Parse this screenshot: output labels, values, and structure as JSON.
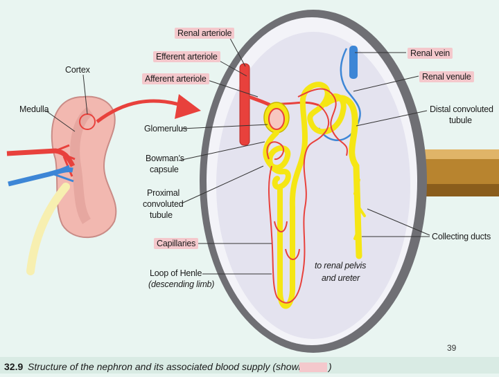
{
  "labels": {
    "renal_arteriole": "Renal arteriole",
    "efferent_arteriole": "Efferent arteriole",
    "afferent_arteriole": "Afferent arteriole",
    "cortex": "Cortex",
    "medulla": "Medulla",
    "glomerulus": "Glomerulus",
    "bowmans_capsule_1": "Bowman’s",
    "bowmans_capsule_2": "capsule",
    "proximal_1": "Proximal",
    "proximal_2": "convoluted",
    "proximal_3": "tubule",
    "capillaries": "Capillaries",
    "loop_of_henle": "Loop of Henle",
    "descending_limb": "(descending limb)",
    "renal_vein": "Renal vein",
    "renal_venule": "Renal venule",
    "distal_1": "Distal convoluted",
    "distal_2": "tubule",
    "collecting_ducts": "Collecting ducts",
    "to_renal_1": "to renal pelvis",
    "to_renal_2": "and ureter"
  },
  "caption": {
    "number": "32.9",
    "text": "Structure of the nephron and its associated blood supply (shown as",
    "end": ")"
  },
  "page_number": "39",
  "colors": {
    "artery": "#e8413c",
    "vein": "#3d86d6",
    "tubule": "#f5e614",
    "kidney": "#f2b8b0",
    "label_bg": "#f4c8cc"
  }
}
